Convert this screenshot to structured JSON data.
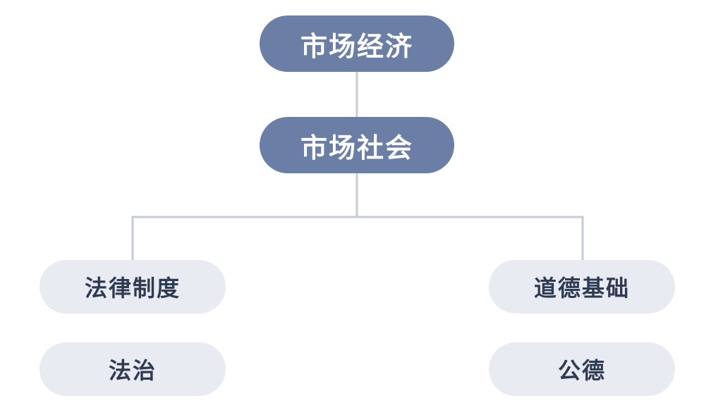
{
  "colors": {
    "primary_node": "#6b7ea6",
    "secondary_node": "#e8ebf1",
    "connector": "#c3ccd9",
    "secondary_text": "#2f3b52"
  },
  "nodes": {
    "market_economy": "市场经济",
    "market_society": "市场社会",
    "legal_system": "法律制度",
    "rule_of_law": "法治",
    "moral_basis": "道德基础",
    "public_morality": "公德"
  }
}
